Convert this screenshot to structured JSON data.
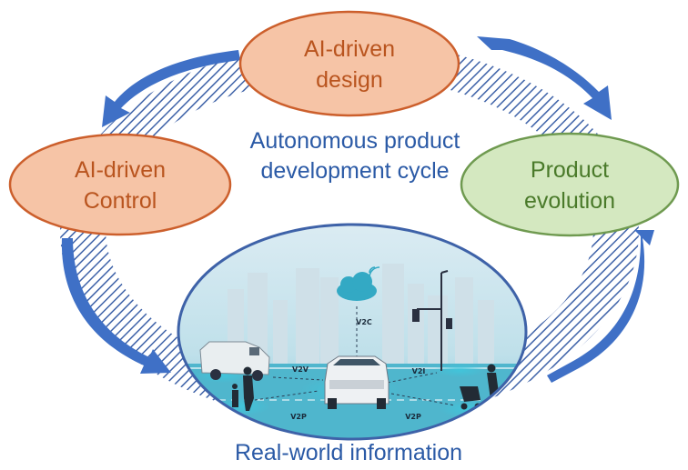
{
  "nodes": {
    "design": {
      "line1": "AI-driven",
      "line2": "design"
    },
    "control": {
      "line1": "AI-driven",
      "line2": "Control"
    },
    "evolution": {
      "line1": "Product",
      "line2": "evolution"
    }
  },
  "center": {
    "line1": "Autonomous product",
    "line2": "development cycle"
  },
  "bottom_label": "Real-world information",
  "illustration_labels": {
    "v2c": "V2C",
    "v2v": "V2V",
    "v2i": "V2I",
    "v2p_left": "V2P",
    "v2p_right": "V2P"
  },
  "colors": {
    "orange_fill": "#f6c4a6",
    "orange_stroke": "#cc5f2c",
    "orange_text": "#b9541e",
    "green_fill": "#d4e8c0",
    "green_stroke": "#6f9a50",
    "green_text": "#4a7a2a",
    "blue": "#2b5aa6",
    "arrow_blue": "#3f70c6",
    "hatch": "#3e62a8"
  }
}
